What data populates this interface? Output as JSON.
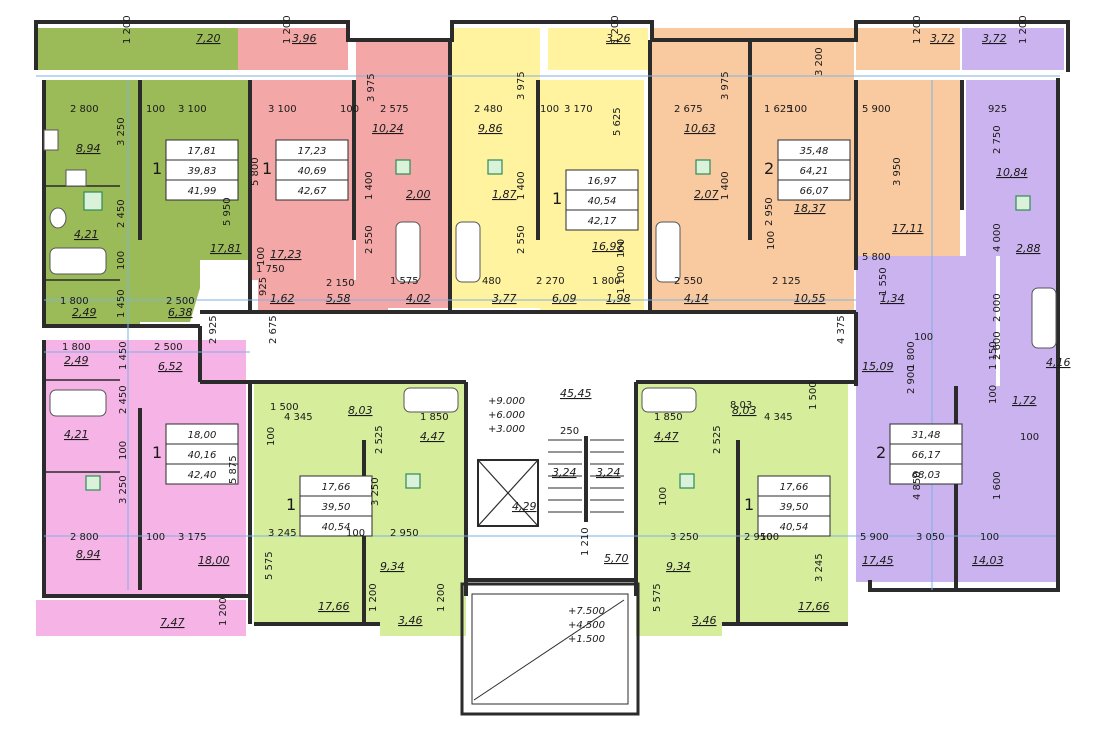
{
  "colors": {
    "olive": "#9bbb59",
    "red_pink": "#f4a7a7",
    "yellow": "#fff3a0",
    "peach": "#f9c9a0",
    "lavender": "#cbb3f0",
    "magenta_pink": "#f5b3e6",
    "lime": "#d6ee9c",
    "wall": "#2b2b2b",
    "dimension_line": "#7fb2e5",
    "vent_green": "#2e8b57"
  },
  "apartments": [
    {
      "id": "a1",
      "rooms": "1",
      "table": [
        "17,81",
        "39,83",
        "41,99"
      ],
      "color": "olive"
    },
    {
      "id": "a2",
      "rooms": "1",
      "table": [
        "17,23",
        "40,69",
        "42,67"
      ],
      "color": "red_pink"
    },
    {
      "id": "a3",
      "rooms": "1",
      "table": [
        "16,97",
        "40,54",
        "42,17"
      ],
      "color": "yellow"
    },
    {
      "id": "a4",
      "rooms": "2",
      "table": [
        "35,48",
        "64,21",
        "66,07"
      ],
      "color": "peach"
    },
    {
      "id": "a5",
      "rooms": "2",
      "table": [
        "31,48",
        "66,17",
        "68,03"
      ],
      "color": "lavender"
    },
    {
      "id": "a6",
      "rooms": "1",
      "table": [
        "18,00",
        "40,16",
        "42,40"
      ],
      "color": "magenta_pink"
    },
    {
      "id": "a7",
      "rooms": "1",
      "table": [
        "17,66",
        "39,50",
        "40,54"
      ],
      "color": "lime"
    },
    {
      "id": "a8",
      "rooms": "1",
      "table": [
        "17,66",
        "39,50",
        "40,54"
      ],
      "color": "lime"
    }
  ],
  "area_labels": [
    "7,20",
    "3,96",
    "3,26",
    "3,72",
    "3,72",
    "8,94",
    "17,81",
    "4,21",
    "2,49",
    "6,38",
    "17,23",
    "1,62",
    "5,58",
    "10,24",
    "2,00",
    "4,02",
    "9,86",
    "1,87",
    "3,77",
    "16,97",
    "6,09",
    "1,98",
    "10,63",
    "2,07",
    "4,14",
    "18,37",
    "17,11",
    "10,55",
    "1,34",
    "10,84",
    "2,88",
    "4,16",
    "15,09",
    "1,72",
    "17,45",
    "14,03",
    "2,49",
    "6,52",
    "4,21",
    "8,94",
    "18,00",
    "7,47",
    "8,03",
    "4,47",
    "9,34",
    "17,66",
    "3,46",
    "45,45",
    "3,24",
    "3,24",
    "4,29",
    "5,70",
    "8,03",
    "4,47",
    "9,34",
    "17,66",
    "3,46"
  ],
  "dimension_labels": [
    "1 200",
    "1 200",
    "1 200",
    "1 200",
    "1 200",
    "1 200",
    "1 200",
    "2 800",
    "3 250",
    "100",
    "3 100",
    "5 950",
    "2 450",
    "100",
    "1 800",
    "1 450",
    "2 500",
    "3 100",
    "100",
    "5 800",
    "1 750",
    "100",
    "925",
    "2 150",
    "3 975",
    "2 575",
    "1 400",
    "2 550",
    "1 575",
    "2 480",
    "3 975",
    "1 400",
    "480",
    "2 550",
    "100",
    "3 170",
    "5 625",
    "2 270",
    "1 800",
    "100",
    "1 100",
    "2 675",
    "3 975",
    "1 400",
    "2 550",
    "1 625",
    "100",
    "3 200",
    "5 900",
    "2 950",
    "100",
    "2 125",
    "3 950",
    "5 800",
    "1 550",
    "925",
    "2 750",
    "4 000",
    "2 000",
    "2 600",
    "100",
    "4 375",
    "1 800",
    "2 900",
    "100",
    "1 150",
    "100",
    "1 600",
    "4 850",
    "5 900",
    "3 050",
    "100",
    "2 925",
    "2 675",
    "1 800",
    "1 450",
    "2 500",
    "2 450",
    "100",
    "3 250",
    "2 800",
    "100",
    "3 175",
    "5 875",
    "1 500",
    "4 345",
    "2 525",
    "1 850",
    "100",
    "3 250",
    "3 245",
    "100",
    "2 950",
    "5 575",
    "1 200",
    "250",
    "1 210",
    "1 850",
    "2 525",
    "8,03",
    "4 345",
    "1 500",
    "100",
    "3 250",
    "2 950",
    "100",
    "3 245",
    "5 575",
    "1 200"
  ],
  "levels_upper": [
    "+9.000",
    "+6.000",
    "+3.000"
  ],
  "levels_lower": [
    "+7.500",
    "+4.500",
    "+1.500"
  ]
}
